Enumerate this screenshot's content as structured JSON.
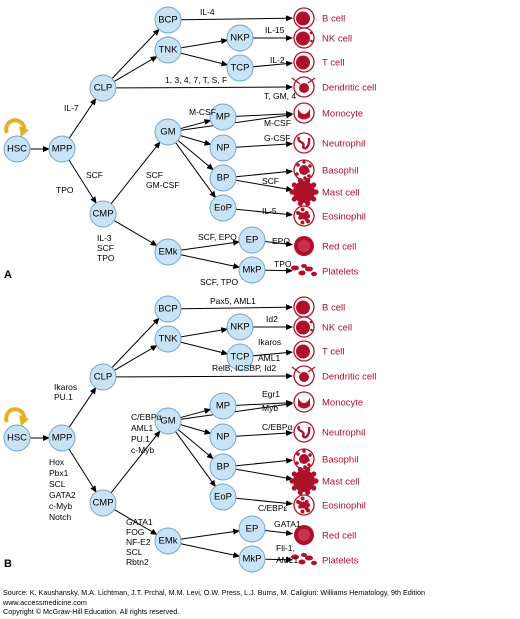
{
  "panels": [
    {
      "label": "A",
      "edge_labels": {
        "bcp_bcell": "IL-4",
        "nkp_nk": "IL-15",
        "tcp_t": "IL-2",
        "clp_dc": "1, 3, 4, 7, T, S, F",
        "gm_mono": "T, GM, 4",
        "gm_mp": "M-CSF",
        "mp_mono": "M-CSF",
        "np_neut": "G-CSF",
        "bp_mast": "SCF",
        "eop_eos": "IL-5",
        "emk_ep": "SCF, EPO",
        "ep_red": "EPO",
        "emk_mkp": "SCF, TPO",
        "mkp_plt": "TPO",
        "mpp_clp": "IL-7",
        "mpp_cmp_1": "SCF",
        "mpp_cmp_2": "TPO",
        "cmp_gm_1": "SCF",
        "cmp_gm_2": "GM-CSF",
        "cmp_emk_1": "IL-3",
        "cmp_emk_2": "SCF",
        "cmp_emk_3": "TPO"
      }
    },
    {
      "label": "B",
      "edge_labels": {
        "bcp_bcell": "Pax5, AML1",
        "nkp_nk": "Id2",
        "tcp_t_1": "Ikaros",
        "tcp_t_2": "AML1",
        "clp_dc": "RelB, ICSBP, Id2",
        "mp_mono_1": "Egr1",
        "mp_mono_2": "Myb",
        "np_neut": "C/EBPα",
        "eop_eos": "C/EBPε",
        "ep_red": "GATA1",
        "mkp_plt_1": "Fli-1,",
        "mkp_plt_2": "AML1",
        "mpp_clp_1": "Ikaros",
        "mpp_clp_2": "PU.1",
        "mpp_cmp": [
          "Hox",
          "Pbx1",
          "SCL",
          "GATA2",
          "c-Myb",
          "Notch"
        ],
        "cmp_gm": [
          "C/EBPα",
          "AML1",
          "PU.1",
          "c-Myb"
        ],
        "cmp_emk": [
          "GATA1",
          "FOG",
          "NF-E2",
          "SCL",
          "Rbtn2"
        ]
      }
    }
  ],
  "nodes": {
    "hsc": "HSC",
    "mpp": "MPP",
    "clp": "CLP",
    "cmp": "CMP",
    "bcp": "BCP",
    "tnk": "TNK",
    "nkp": "NKP",
    "tcp": "TCP",
    "gm": "GM",
    "mp": "MP",
    "np": "NP",
    "bp": "BP",
    "eop": "EoP",
    "emk": "EMk",
    "ep": "EP",
    "mkp": "MkP"
  },
  "cells": {
    "bcell": "B cell",
    "nk": "NK cell",
    "tcell": "T cell",
    "dc": "Dendritic cell",
    "mono": "Monocyte",
    "neut": "Neutrophil",
    "baso": "Basophil",
    "mast": "Mast cell",
    "eos": "Eosinophil",
    "red": "Red cell",
    "plt": "Platelets"
  },
  "colors": {
    "node_fill": "#c9e3f5",
    "node_stroke": "#6fa6cf",
    "cell": "#b0102a",
    "self_renew": "#e7b020"
  },
  "footer": {
    "line1": "Source: K. Kaushansky, M.A. Lichtman, J.T. Prchal, M.M. Levi, O.W. Press, L.J. Burns, M. Caligiuri: Williams Hematology, 9th Edition",
    "line2": "www.accessmedicine.com",
    "line3": "Copyright © McGraw-Hill Education.  All rights reserved."
  }
}
